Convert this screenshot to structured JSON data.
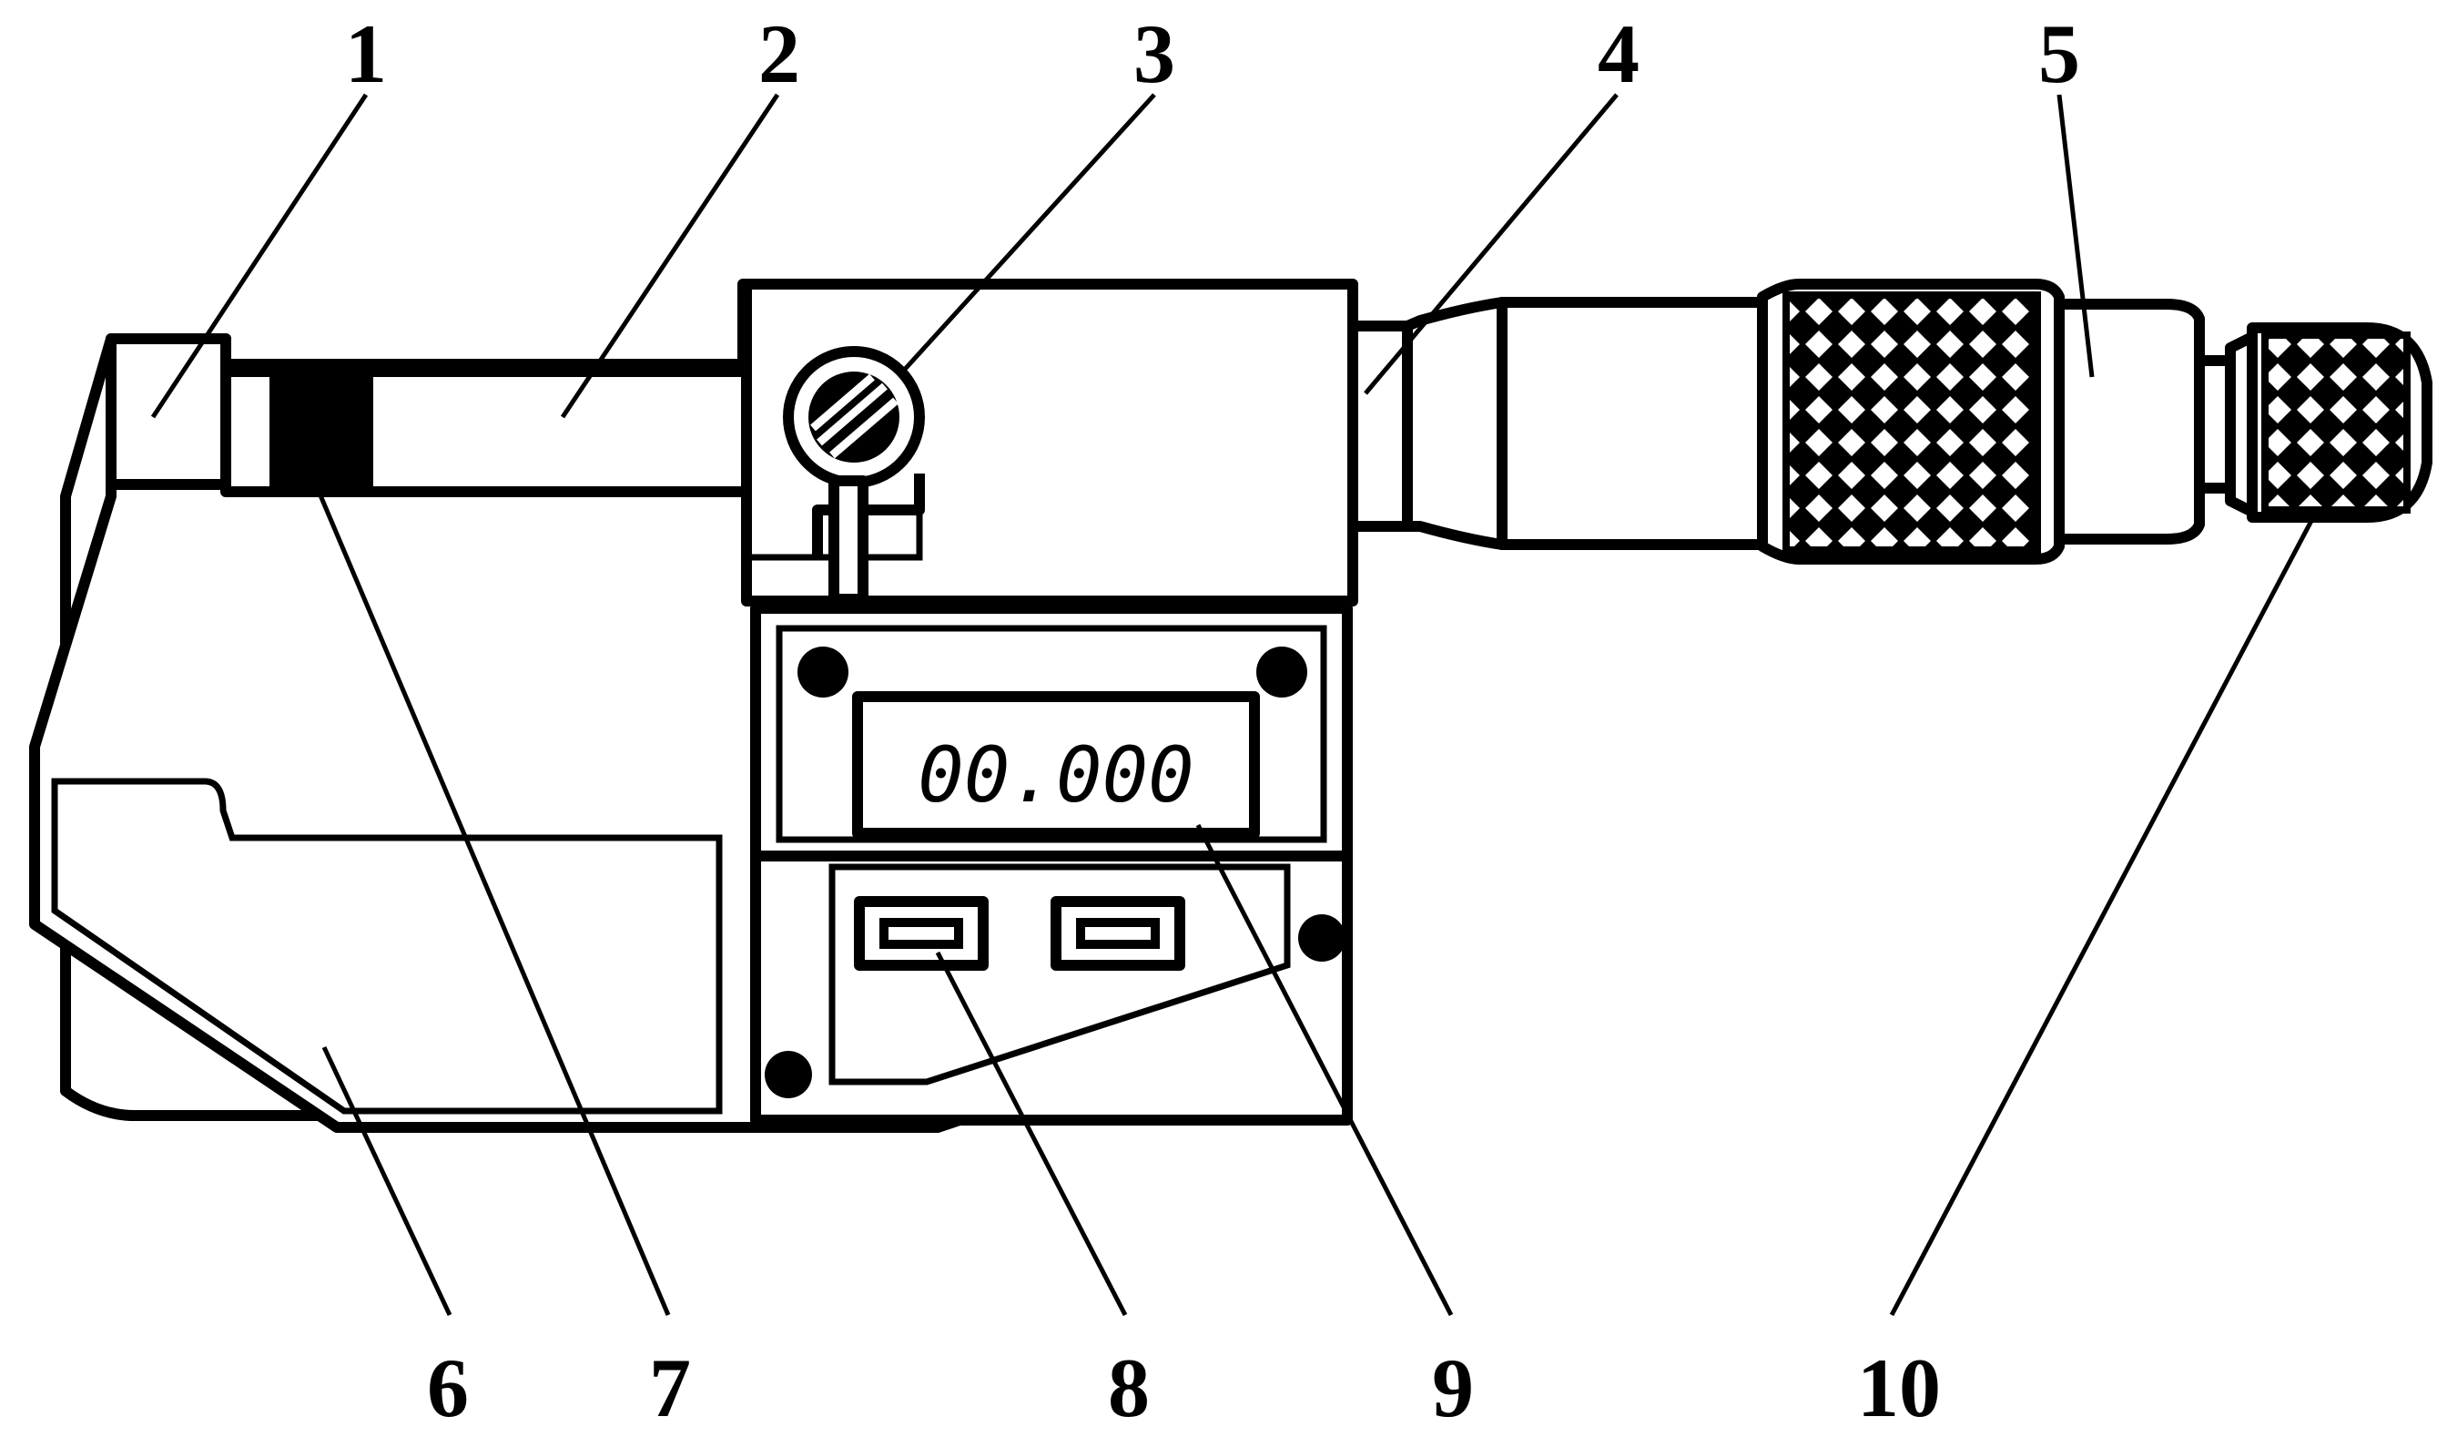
{
  "figure": {
    "display_reading": "00.000",
    "callouts": [
      "1",
      "2",
      "3",
      "4",
      "5",
      "6",
      "7",
      "8",
      "9",
      "10"
    ]
  },
  "colors": {
    "line": "#000000",
    "background": "#ffffff"
  }
}
